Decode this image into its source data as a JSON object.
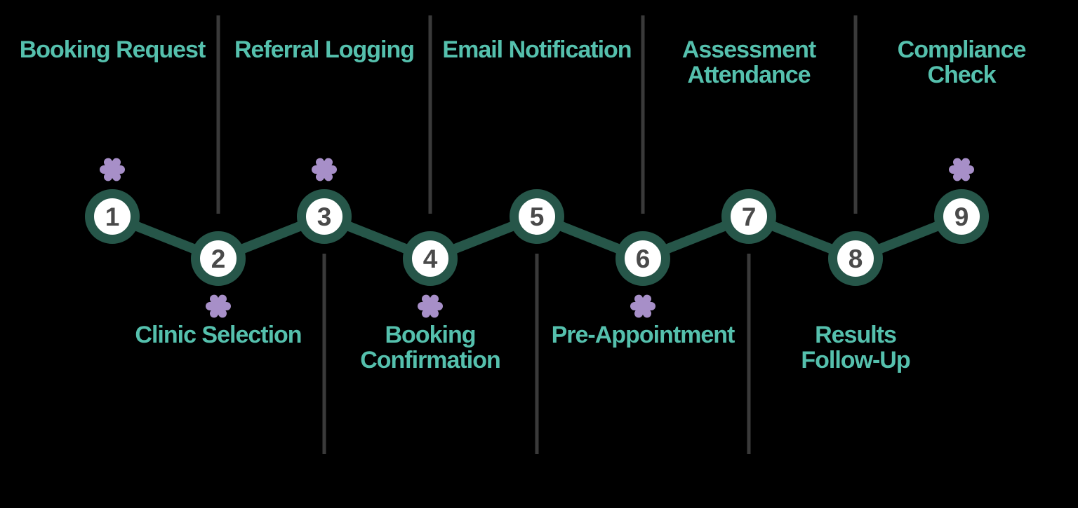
{
  "colors": {
    "background": "#000000",
    "label_teal": "#55C0AD",
    "timeline_green": "#265649",
    "number_gray": "#4A4A4A",
    "separator_gray": "#3A3A3A",
    "asterisk_purple": "#A78FC8",
    "circle_fill": "#FFFFFF"
  },
  "diagram": {
    "type": "process-timeline",
    "steps": [
      {
        "number": "1",
        "label": "Booking Request",
        "label_lines": [
          "Booking Request"
        ],
        "label_side": "top",
        "asterisk": true
      },
      {
        "number": "2",
        "label": "Clinic Selection",
        "label_lines": [
          "Clinic Selection"
        ],
        "label_side": "bottom",
        "asterisk": true
      },
      {
        "number": "3",
        "label": "Referral Logging",
        "label_lines": [
          "Referral Logging"
        ],
        "label_side": "top",
        "asterisk": true
      },
      {
        "number": "4",
        "label": "Booking Confirmation",
        "label_lines": [
          "Booking",
          "Confirmation"
        ],
        "label_side": "bottom",
        "asterisk": true
      },
      {
        "number": "5",
        "label": "Email Notification",
        "label_lines": [
          "Email Notification"
        ],
        "label_side": "top",
        "asterisk": false
      },
      {
        "number": "6",
        "label": "Pre-Appointment",
        "label_lines": [
          "Pre-Appointment"
        ],
        "label_side": "bottom",
        "asterisk": true
      },
      {
        "number": "7",
        "label": "Assessment Attendance",
        "label_lines": [
          "Assessment",
          "Attendance"
        ],
        "label_side": "top",
        "asterisk": false
      },
      {
        "number": "8",
        "label": "Results Follow-Up",
        "label_lines": [
          "Results",
          "Follow-Up"
        ],
        "label_side": "bottom",
        "asterisk": false
      },
      {
        "number": "9",
        "label": "Compliance Check",
        "label_lines": [
          "Compliance",
          "Check"
        ],
        "label_side": "top",
        "asterisk": true
      }
    ]
  }
}
